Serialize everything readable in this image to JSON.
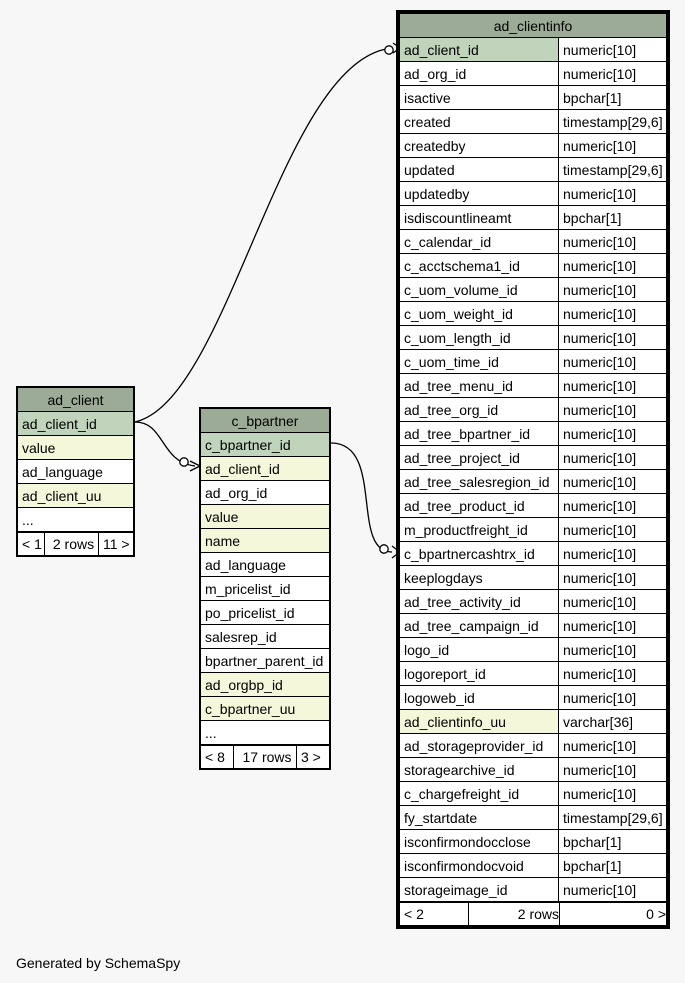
{
  "tables": {
    "ad_client": {
      "name": "ad_client",
      "rows": [
        {
          "name": "ad_client_id",
          "kind": "pk"
        },
        {
          "name": "value",
          "kind": "idx"
        },
        {
          "name": "ad_language",
          "kind": ""
        },
        {
          "name": "ad_client_uu",
          "kind": "idx"
        },
        {
          "name": "...",
          "kind": ""
        }
      ],
      "footer": [
        "< 1",
        "2 rows",
        "11 >"
      ]
    },
    "c_bpartner": {
      "name": "c_bpartner",
      "rows": [
        {
          "name": "c_bpartner_id",
          "kind": "pk"
        },
        {
          "name": "ad_client_id",
          "kind": "idx"
        },
        {
          "name": "ad_org_id",
          "kind": ""
        },
        {
          "name": "value",
          "kind": "idx"
        },
        {
          "name": "name",
          "kind": "idx"
        },
        {
          "name": "ad_language",
          "kind": ""
        },
        {
          "name": "m_pricelist_id",
          "kind": ""
        },
        {
          "name": "po_pricelist_id",
          "kind": ""
        },
        {
          "name": "salesrep_id",
          "kind": ""
        },
        {
          "name": "bpartner_parent_id",
          "kind": ""
        },
        {
          "name": "ad_orgbp_id",
          "kind": "idx"
        },
        {
          "name": "c_bpartner_uu",
          "kind": "idx"
        },
        {
          "name": "...",
          "kind": ""
        }
      ],
      "footer": [
        "< 8",
        "17 rows",
        "3 >"
      ]
    },
    "ad_clientinfo": {
      "name": "ad_clientinfo",
      "rows": [
        {
          "name": "ad_client_id",
          "type": "numeric[10]",
          "kind": "pk"
        },
        {
          "name": "ad_org_id",
          "type": "numeric[10]",
          "kind": ""
        },
        {
          "name": "isactive",
          "type": "bpchar[1]",
          "kind": ""
        },
        {
          "name": "created",
          "type": "timestamp[29,6]",
          "kind": ""
        },
        {
          "name": "createdby",
          "type": "numeric[10]",
          "kind": ""
        },
        {
          "name": "updated",
          "type": "timestamp[29,6]",
          "kind": ""
        },
        {
          "name": "updatedby",
          "type": "numeric[10]",
          "kind": ""
        },
        {
          "name": "isdiscountlineamt",
          "type": "bpchar[1]",
          "kind": ""
        },
        {
          "name": "c_calendar_id",
          "type": "numeric[10]",
          "kind": ""
        },
        {
          "name": "c_acctschema1_id",
          "type": "numeric[10]",
          "kind": ""
        },
        {
          "name": "c_uom_volume_id",
          "type": "numeric[10]",
          "kind": ""
        },
        {
          "name": "c_uom_weight_id",
          "type": "numeric[10]",
          "kind": ""
        },
        {
          "name": "c_uom_length_id",
          "type": "numeric[10]",
          "kind": ""
        },
        {
          "name": "c_uom_time_id",
          "type": "numeric[10]",
          "kind": ""
        },
        {
          "name": "ad_tree_menu_id",
          "type": "numeric[10]",
          "kind": ""
        },
        {
          "name": "ad_tree_org_id",
          "type": "numeric[10]",
          "kind": ""
        },
        {
          "name": "ad_tree_bpartner_id",
          "type": "numeric[10]",
          "kind": ""
        },
        {
          "name": "ad_tree_project_id",
          "type": "numeric[10]",
          "kind": ""
        },
        {
          "name": "ad_tree_salesregion_id",
          "type": "numeric[10]",
          "kind": ""
        },
        {
          "name": "ad_tree_product_id",
          "type": "numeric[10]",
          "kind": ""
        },
        {
          "name": "m_productfreight_id",
          "type": "numeric[10]",
          "kind": ""
        },
        {
          "name": "c_bpartnercashtrx_id",
          "type": "numeric[10]",
          "kind": ""
        },
        {
          "name": "keeplogdays",
          "type": "numeric[10]",
          "kind": ""
        },
        {
          "name": "ad_tree_activity_id",
          "type": "numeric[10]",
          "kind": ""
        },
        {
          "name": "ad_tree_campaign_id",
          "type": "numeric[10]",
          "kind": ""
        },
        {
          "name": "logo_id",
          "type": "numeric[10]",
          "kind": ""
        },
        {
          "name": "logoreport_id",
          "type": "numeric[10]",
          "kind": ""
        },
        {
          "name": "logoweb_id",
          "type": "numeric[10]",
          "kind": ""
        },
        {
          "name": "ad_clientinfo_uu",
          "type": "varchar[36]",
          "kind": "idx"
        },
        {
          "name": "ad_storageprovider_id",
          "type": "numeric[10]",
          "kind": ""
        },
        {
          "name": "storagearchive_id",
          "type": "numeric[10]",
          "kind": ""
        },
        {
          "name": "c_chargefreight_id",
          "type": "numeric[10]",
          "kind": ""
        },
        {
          "name": "fy_startdate",
          "type": "timestamp[29,6]",
          "kind": ""
        },
        {
          "name": "isconfirmondocclose",
          "type": "bpchar[1]",
          "kind": ""
        },
        {
          "name": "isconfirmondocvoid",
          "type": "bpchar[1]",
          "kind": ""
        },
        {
          "name": "storageimage_id",
          "type": "numeric[10]",
          "kind": ""
        }
      ],
      "footer": [
        "< 2",
        "2 rows",
        "0 >"
      ]
    }
  },
  "colors": {
    "title": "#9bab96",
    "primary_key": "#bfd4bb",
    "indexed": "#f4f7da",
    "background": "#f7f7f7"
  },
  "footer_text": "Generated by SchemaSpy"
}
